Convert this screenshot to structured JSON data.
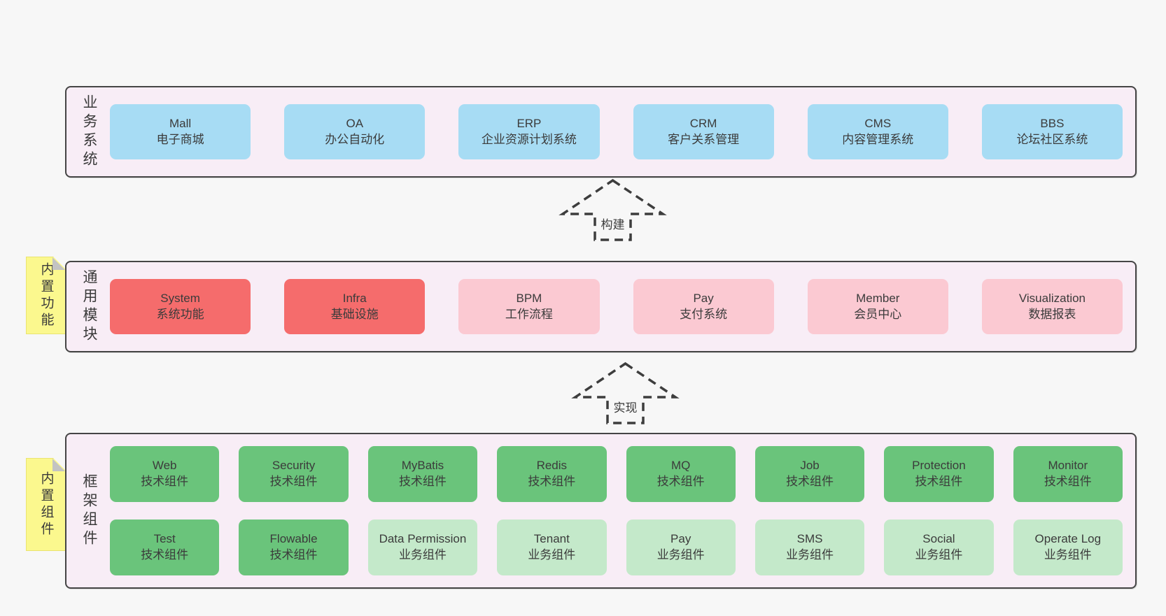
{
  "colors": {
    "page_bg": "#f7f7f7",
    "panel_bg": "#f8edf6",
    "panel_border": "#454545",
    "blue": "#a7dcf4",
    "red": "#f56c6c",
    "pink": "#fbc9d2",
    "green": "#6ac47b",
    "light_green": "#c4e9ca",
    "sticky_yellow": "#fbf88e",
    "arrow_stroke": "#3d3d3d",
    "text": "#3b3b3b"
  },
  "arrows": [
    {
      "label": "构建"
    },
    {
      "label": "实现"
    }
  ],
  "layers": [
    {
      "label": "业务系统",
      "sticky": null,
      "rows": [
        [
          {
            "en": "Mall",
            "zh": "电子商城",
            "color": "blue"
          },
          {
            "en": "OA",
            "zh": "办公自动化",
            "color": "blue"
          },
          {
            "en": "ERP",
            "zh": "企业资源计划系统",
            "color": "blue"
          },
          {
            "en": "CRM",
            "zh": "客户关系管理",
            "color": "blue"
          },
          {
            "en": "CMS",
            "zh": "内容管理系统",
            "color": "blue"
          },
          {
            "en": "BBS",
            "zh": "论坛社区系统",
            "color": "blue"
          }
        ]
      ]
    },
    {
      "label": "通用模块",
      "sticky": "内置功能",
      "rows": [
        [
          {
            "en": "System",
            "zh": "系统功能",
            "color": "red"
          },
          {
            "en": "Infra",
            "zh": "基础设施",
            "color": "red"
          },
          {
            "en": "BPM",
            "zh": "工作流程",
            "color": "pink"
          },
          {
            "en": "Pay",
            "zh": "支付系统",
            "color": "pink"
          },
          {
            "en": "Member",
            "zh": "会员中心",
            "color": "pink"
          },
          {
            "en": "Visualization",
            "zh": "数据报表",
            "color": "pink"
          }
        ]
      ]
    },
    {
      "label": "框架组件",
      "sticky": "内置组件",
      "rows": [
        [
          {
            "en": "Web",
            "zh": "技术组件",
            "color": "green"
          },
          {
            "en": "Security",
            "zh": "技术组件",
            "color": "green"
          },
          {
            "en": "MyBatis",
            "zh": "技术组件",
            "color": "green"
          },
          {
            "en": "Redis",
            "zh": "技术组件",
            "color": "green"
          },
          {
            "en": "MQ",
            "zh": "技术组件",
            "color": "green"
          },
          {
            "en": "Job",
            "zh": "技术组件",
            "color": "green"
          },
          {
            "en": "Protection",
            "zh": "技术组件",
            "color": "green"
          },
          {
            "en": "Monitor",
            "zh": "技术组件",
            "color": "green"
          }
        ],
        [
          {
            "en": "Test",
            "zh": "技术组件",
            "color": "green"
          },
          {
            "en": "Flowable",
            "zh": "技术组件",
            "color": "green"
          },
          {
            "en": "Data Permission",
            "zh": "业务组件",
            "color": "lightgreen"
          },
          {
            "en": "Tenant",
            "zh": "业务组件",
            "color": "lightgreen"
          },
          {
            "en": "Pay",
            "zh": "业务组件",
            "color": "lightgreen"
          },
          {
            "en": "SMS",
            "zh": "业务组件",
            "color": "lightgreen"
          },
          {
            "en": "Social",
            "zh": "业务组件",
            "color": "lightgreen"
          },
          {
            "en": "Operate Log",
            "zh": "业务组件",
            "color": "lightgreen"
          }
        ]
      ]
    }
  ]
}
